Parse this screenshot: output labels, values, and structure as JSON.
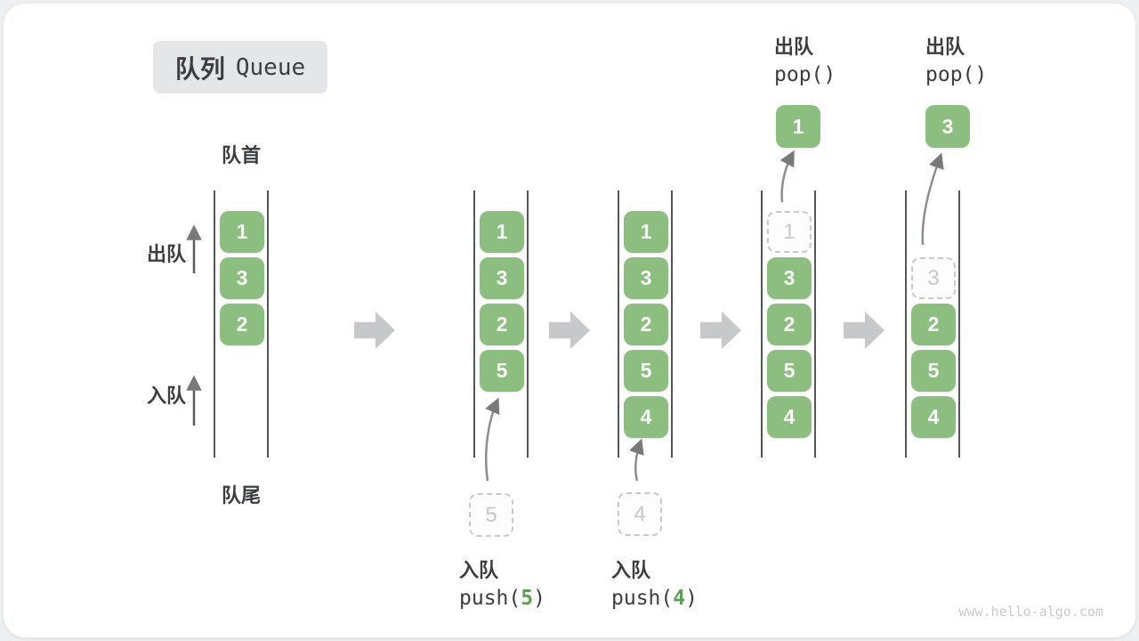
{
  "title": {
    "zh": "队列",
    "en": "Queue"
  },
  "pointers": {
    "front": "队首",
    "rear": "队尾"
  },
  "side_labels": {
    "dequeue": "出队",
    "enqueue": "入队"
  },
  "colors": {
    "cell_green": "#8cbe80",
    "accent_green_text": "#5f9e54",
    "block_arrow_gray": "#c6c8ca",
    "curve_arrow_gray": "#8b8e90",
    "channel_line": "#54575a",
    "dashed_gray": "#c7c9cb",
    "text_dark": "#3b3e41",
    "watermark_gray": "#c8cacc",
    "title_bg": "#e5e6e8"
  },
  "states": [
    {
      "cells": [
        {
          "v": "1"
        },
        {
          "v": "3"
        },
        {
          "v": "2"
        }
      ]
    },
    {
      "cells": [
        {
          "v": "1"
        },
        {
          "v": "3"
        },
        {
          "v": "2"
        },
        {
          "v": "5"
        }
      ]
    },
    {
      "cells": [
        {
          "v": "1"
        },
        {
          "v": "3"
        },
        {
          "v": "2"
        },
        {
          "v": "5"
        },
        {
          "v": "4"
        }
      ]
    },
    {
      "cells": [
        {
          "v": "1",
          "removed": true
        },
        {
          "v": "3"
        },
        {
          "v": "2"
        },
        {
          "v": "5"
        },
        {
          "v": "4"
        }
      ]
    },
    {
      "cells": [
        {
          "v": "3",
          "removed": true
        },
        {
          "v": "2"
        },
        {
          "v": "5"
        },
        {
          "v": "4"
        }
      ]
    }
  ],
  "staged": [
    {
      "v": "5"
    },
    {
      "v": "4"
    }
  ],
  "popped": [
    {
      "v": "1"
    },
    {
      "v": "3"
    }
  ],
  "ops": {
    "push5": {
      "zh": "入队",
      "fn": "push(",
      "arg": "5",
      "close": ")"
    },
    "push4": {
      "zh": "入队",
      "fn": "push(",
      "arg": "4",
      "close": ")"
    },
    "pop1": {
      "zh": "出队",
      "code": "pop()"
    },
    "pop2": {
      "zh": "出队",
      "code": "pop()"
    }
  },
  "watermark": "www.hello-algo.com"
}
